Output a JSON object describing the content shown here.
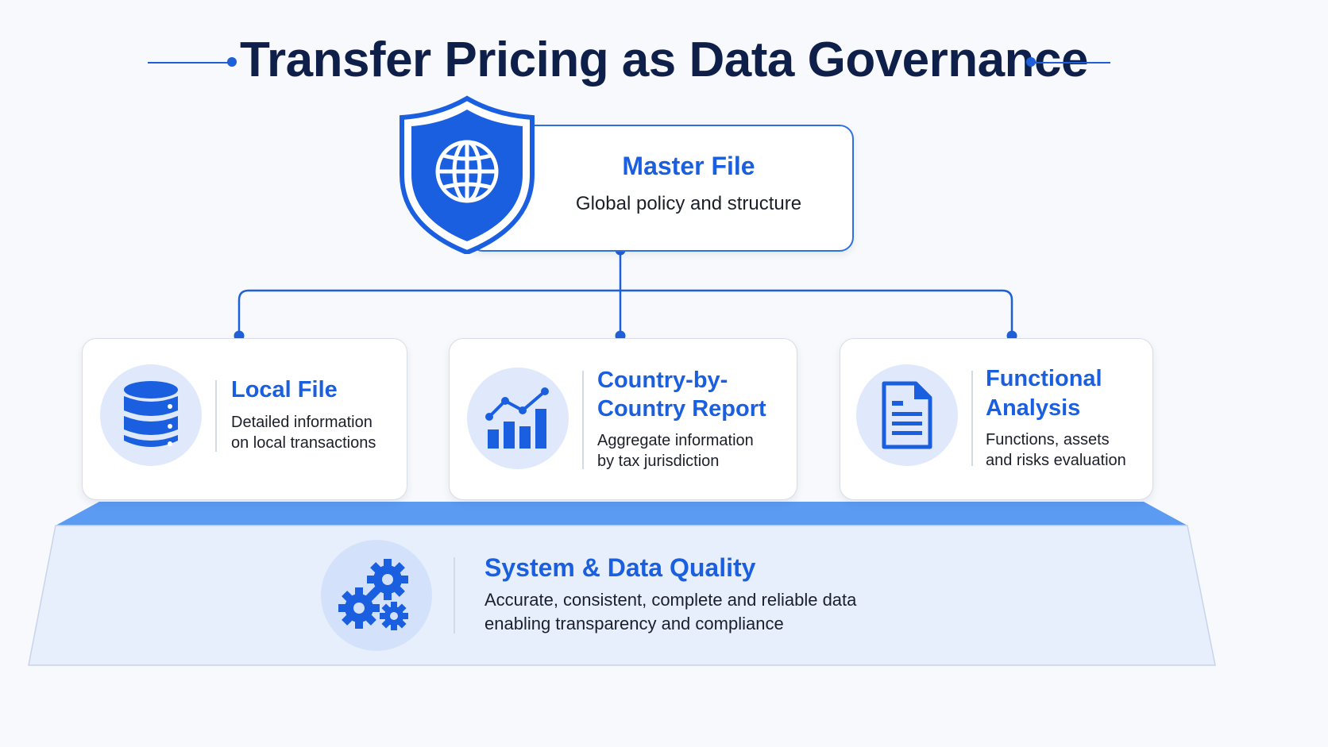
{
  "title": "Transfer Pricing as Data Governance",
  "colors": {
    "accent": "#1a5fe0",
    "navy": "#0e1f4a",
    "icon_bg": "#dfe9fb",
    "base_fill": "#e8effc",
    "base_top": "#5b9cf2"
  },
  "master": {
    "title": "Master File",
    "description": "Global policy and structure",
    "icon": "shield-globe-icon"
  },
  "children": [
    {
      "title": "Local File",
      "desc_lines": [
        "Detailed information",
        "on local transactions"
      ],
      "icon": "database-icon"
    },
    {
      "title_lines": [
        "Country-by-",
        "Country Report"
      ],
      "desc_lines": [
        "Aggregate information",
        "by tax jurisdiction"
      ],
      "icon": "bar-chart-trend-icon"
    },
    {
      "title_lines": [
        "Functional",
        "Analysis"
      ],
      "desc_lines": [
        "Functions, assets",
        "and risks evaluation"
      ],
      "icon": "document-icon"
    }
  ],
  "foundation": {
    "title": "System & Data Quality",
    "desc_lines": [
      "Accurate, consistent, complete and reliable data",
      "enabling transparency and compliance"
    ],
    "icon": "gears-icon"
  }
}
